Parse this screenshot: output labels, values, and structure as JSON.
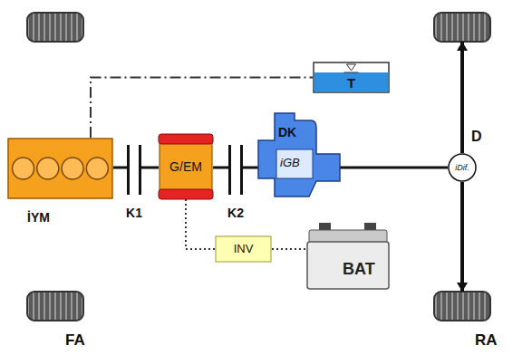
{
  "diagram": {
    "nodes": [
      {
        "text": [
          "İYM"
        ]
      },
      {
        "text": [
          "K1"
        ]
      },
      {
        "text": [
          "G/EM"
        ]
      },
      {
        "text": [
          "K2"
        ]
      },
      {
        "text": [
          "DK",
          "iGB"
        ]
      },
      {
        "text": [
          "T"
        ]
      },
      {
        "text": [
          "iDif."
        ]
      },
      {
        "text": [
          "INV"
        ]
      },
      {
        "text": [
          "BAT"
        ]
      }
    ],
    "edges": [
      {
        "from": 0,
        "to": 1,
        "arrow": "none"
      },
      {
        "from": 1,
        "to": 2,
        "arrow": "none"
      },
      {
        "from": 2,
        "to": 3,
        "arrow": "none"
      },
      {
        "from": 3,
        "to": 4,
        "arrow": "none"
      },
      {
        "from": 4,
        "to": 6,
        "arrow": "none"
      },
      {
        "from": 0,
        "to": 5,
        "arrow": "none"
      },
      {
        "from": 2,
        "to": 7,
        "arrow": "none"
      },
      {
        "from": 7,
        "to": 8,
        "arrow": "none"
      }
    ],
    "labels": [
      "D",
      "FA",
      "RA"
    ]
  }
}
